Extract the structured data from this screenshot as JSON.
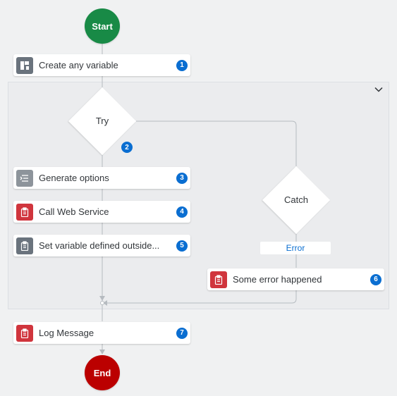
{
  "flow": {
    "start_label": "Start",
    "end_label": "End",
    "try_label": "Try",
    "try_badge": "2",
    "catch_label": "Catch",
    "error_label": "Error",
    "nodes": [
      {
        "label": "Create any variable",
        "badge": "1",
        "icon": "layout-icon"
      },
      {
        "label": "Generate options",
        "badge": "3",
        "icon": "list-icon"
      },
      {
        "label": "Call Web Service",
        "badge": "4",
        "icon": "clipboard-icon"
      },
      {
        "label": "Set variable defined outside...",
        "badge": "5",
        "icon": "clipboard-icon"
      },
      {
        "label": "Some error happened",
        "badge": "6",
        "icon": "clipboard-icon"
      },
      {
        "label": "Log Message",
        "badge": "7",
        "icon": "clipboard-icon"
      }
    ]
  },
  "colors": {
    "start": "#188a46",
    "end": "#bb0000",
    "badge": "#0a6ed1",
    "error_text": "#0a6ed1",
    "icon_red": "#d0353d",
    "icon_gray": "#6a737d"
  }
}
